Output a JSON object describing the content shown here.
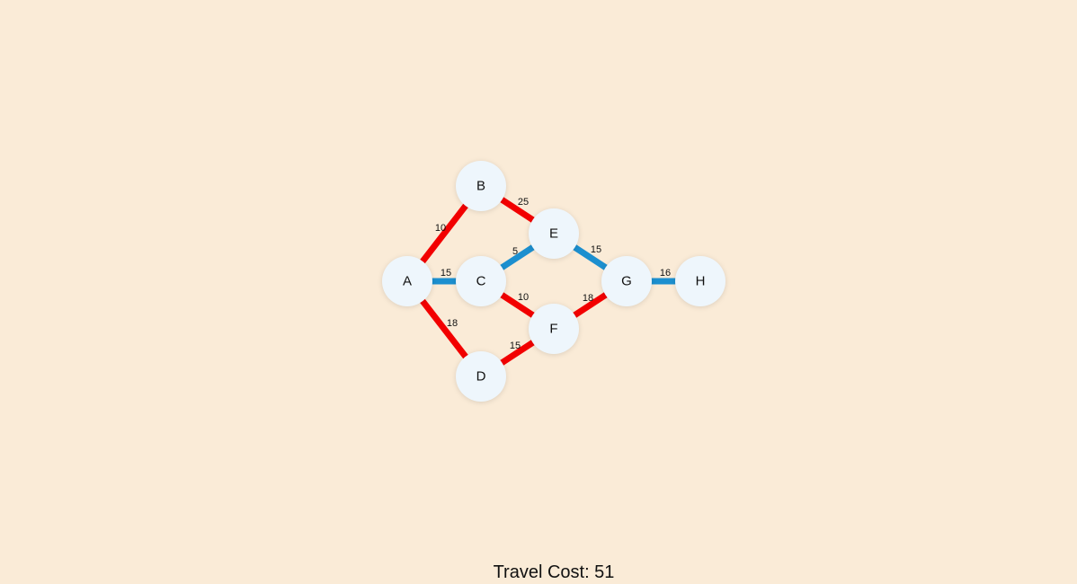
{
  "colors": {
    "background": "#faebd7",
    "path_edge": "#f20000",
    "normal_edge": "#1c8fcf",
    "node_fill": "#eef6fc"
  },
  "graph": {
    "nodes": [
      {
        "id": "A",
        "label": "A"
      },
      {
        "id": "B",
        "label": "B"
      },
      {
        "id": "C",
        "label": "C"
      },
      {
        "id": "D",
        "label": "D"
      },
      {
        "id": "E",
        "label": "E"
      },
      {
        "id": "F",
        "label": "F"
      },
      {
        "id": "G",
        "label": "G"
      },
      {
        "id": "H",
        "label": "H"
      }
    ],
    "edges": [
      {
        "from": "A",
        "to": "B",
        "weight": "10",
        "highlighted": true
      },
      {
        "from": "A",
        "to": "C",
        "weight": "15",
        "highlighted": false
      },
      {
        "from": "A",
        "to": "D",
        "weight": "18",
        "highlighted": true
      },
      {
        "from": "B",
        "to": "E",
        "weight": "25",
        "highlighted": true
      },
      {
        "from": "C",
        "to": "E",
        "weight": "5",
        "highlighted": false
      },
      {
        "from": "C",
        "to": "F",
        "weight": "10",
        "highlighted": true
      },
      {
        "from": "D",
        "to": "F",
        "weight": "15",
        "highlighted": true
      },
      {
        "from": "E",
        "to": "G",
        "weight": "15",
        "highlighted": false
      },
      {
        "from": "F",
        "to": "G",
        "weight": "18",
        "highlighted": true
      },
      {
        "from": "G",
        "to": "H",
        "weight": "16",
        "highlighted": false
      }
    ]
  },
  "status": {
    "travel_cost_label": "Travel Cost: 51"
  }
}
